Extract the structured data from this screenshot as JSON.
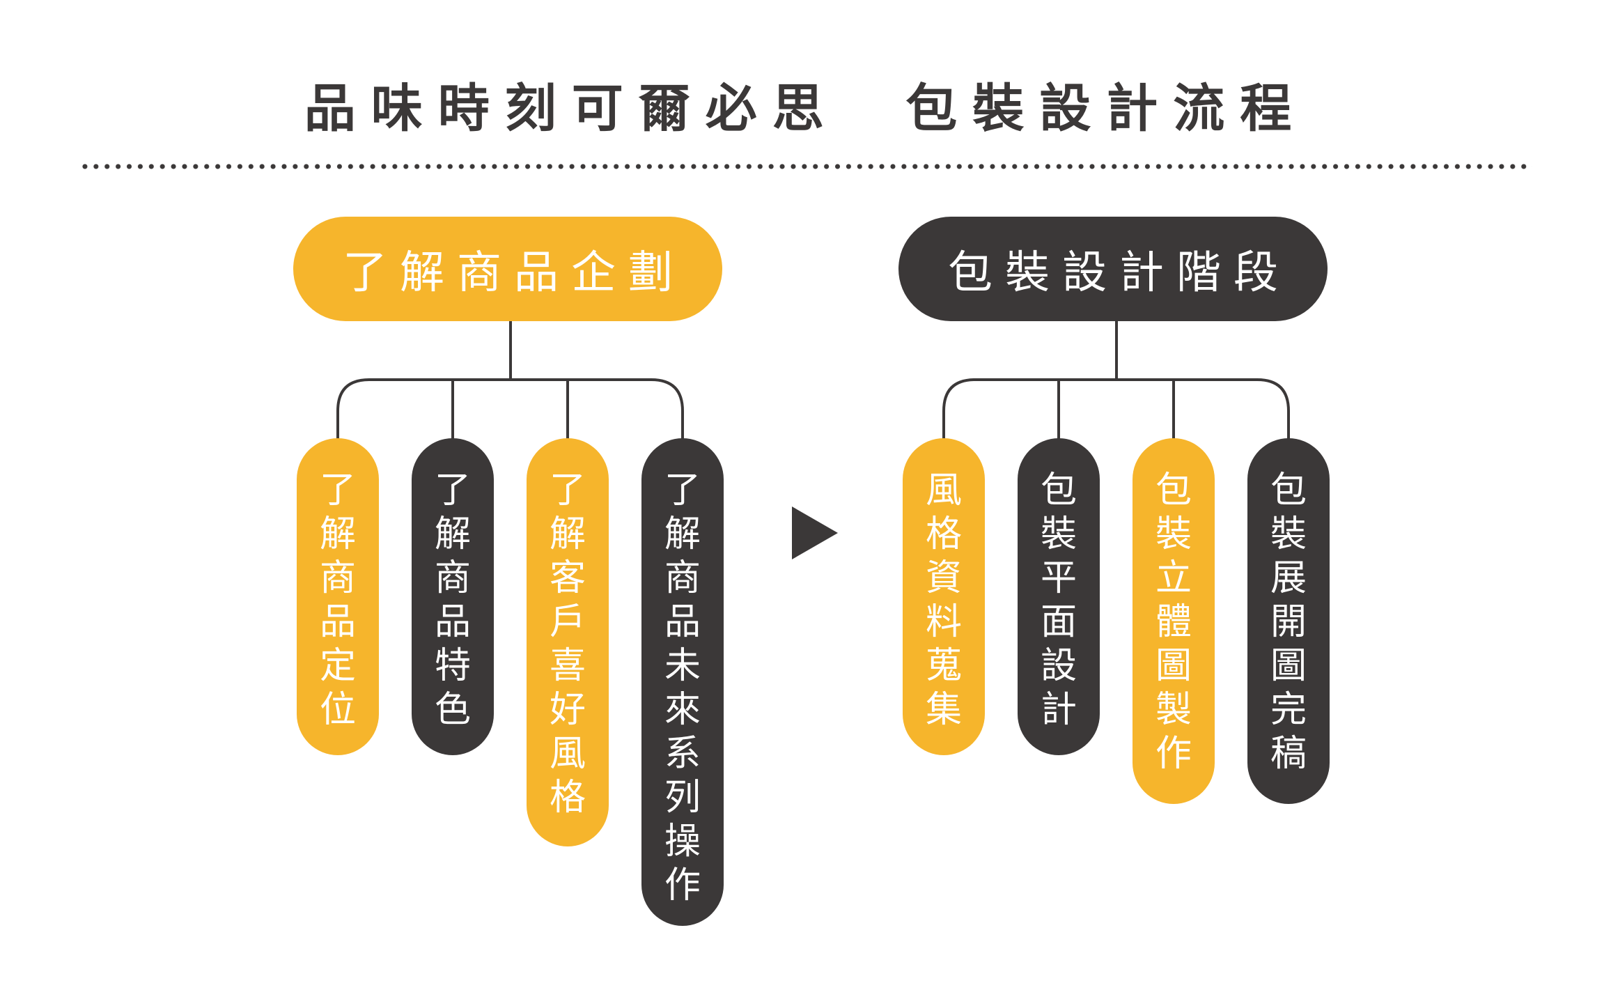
{
  "title": "品味時刻可爾必思  包裝設計流程",
  "colors": {
    "accent": "#f6b52c",
    "dark": "#3b3838",
    "connector": "#3b3838"
  },
  "groups": [
    {
      "label": "了解商品企劃",
      "color": "yellow",
      "children": [
        {
          "text": "了解商品定位",
          "color": "yellow"
        },
        {
          "text": "了解商品特色",
          "color": "dark"
        },
        {
          "text": "了解客戶喜好風格",
          "color": "yellow"
        },
        {
          "text": "了解商品未來系列操作",
          "color": "dark"
        }
      ]
    },
    {
      "label": "包裝設計階段",
      "color": "dark",
      "children": [
        {
          "text": "風格資料蒐集",
          "color": "yellow"
        },
        {
          "text": "包裝平面設計",
          "color": "dark"
        },
        {
          "text": "包裝立體圖製作",
          "color": "yellow"
        },
        {
          "text": "包裝展開圖完稿",
          "color": "dark"
        }
      ]
    }
  ],
  "arrow_icon": "play-triangle-icon"
}
